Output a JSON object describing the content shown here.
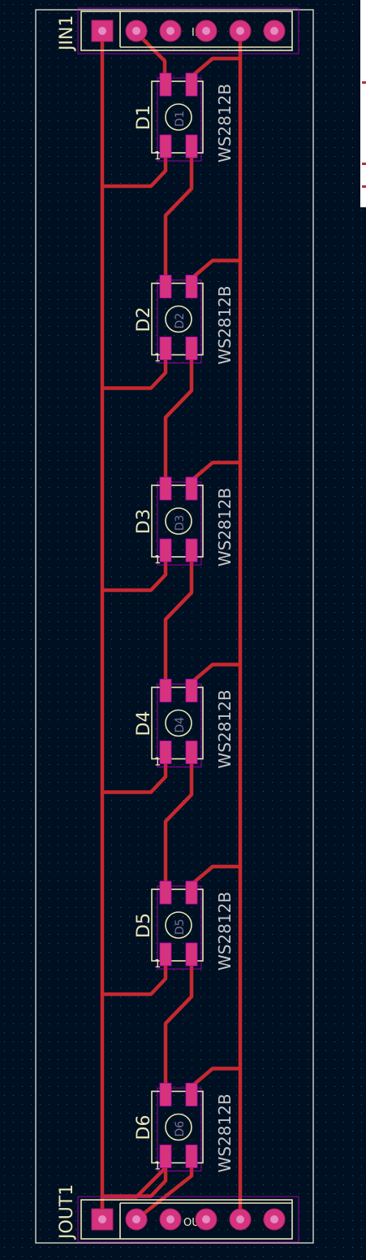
{
  "board": {
    "connectors": [
      {
        "ref": "JIN1",
        "body": "IN"
      },
      {
        "ref": "JOUT1",
        "body": "OUT"
      }
    ],
    "leds": [
      {
        "ref": "D1",
        "value": "WS2812B",
        "pad_ref": "D1"
      },
      {
        "ref": "D2",
        "value": "WS2812B",
        "pad_ref": "D2"
      },
      {
        "ref": "D3",
        "value": "WS2812B",
        "pad_ref": "D3"
      },
      {
        "ref": "D4",
        "value": "WS2812B",
        "pad_ref": "D4"
      },
      {
        "ref": "D5",
        "value": "WS2812B",
        "pad_ref": "D5"
      },
      {
        "ref": "D6",
        "value": "WS2812B",
        "pad_ref": "D6"
      }
    ],
    "pin1_marker": "1"
  },
  "colors": {
    "background": "#001023",
    "trace": "#c8282f",
    "pad": "#d6337e",
    "silkscreen": "#e8e6b4",
    "courtyard": "#c000c0",
    "edge_cuts": "#d6d6c8"
  }
}
